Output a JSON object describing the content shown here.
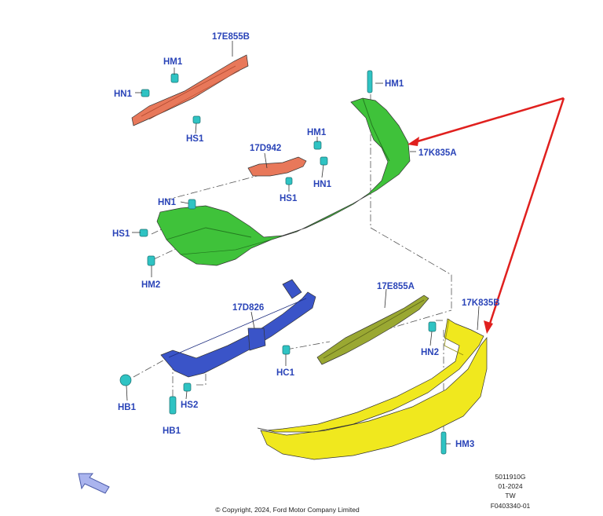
{
  "labels": {
    "p17E855B": "17E855B",
    "p17D942": "17D942",
    "p17K835A": "17K835A",
    "p17D826": "17D826",
    "p17E855A": "17E855A",
    "p17K835B": "17K835B",
    "hm1_a": "HM1",
    "hm1_b": "HM1",
    "hm1_c": "HM1",
    "hn1_a": "HN1",
    "hn1_b": "HN1",
    "hn1_c": "HN1",
    "hs1_a": "HS1",
    "hs1_b": "HS1",
    "hs1_c": "HS1",
    "hm2": "HM2",
    "hn2": "HN2",
    "hc1": "HC1",
    "hb1_a": "HB1",
    "hb1_b": "HB1",
    "hs2": "HS2",
    "hm3": "HM3"
  },
  "footer": {
    "ref_code": "5011910G",
    "date": "01-2024",
    "region": "TW",
    "figure_id": "F0403340-01",
    "copyright": "© Copyright, 2024, Ford Motor Company Limited"
  },
  "colors": {
    "beam_upper": "#e8785a",
    "bumper_cover_upper": "#3fc23a",
    "reinforcement": "#3a54c8",
    "beam_lower": "#9aa832",
    "bumper_cover_lower": "#f0e81e",
    "fastener": "#2fc3c3",
    "label_text": "#2a44b8",
    "arrow": "#e0201e"
  },
  "icons": {
    "nav": "previous-page-arrow-icon"
  }
}
